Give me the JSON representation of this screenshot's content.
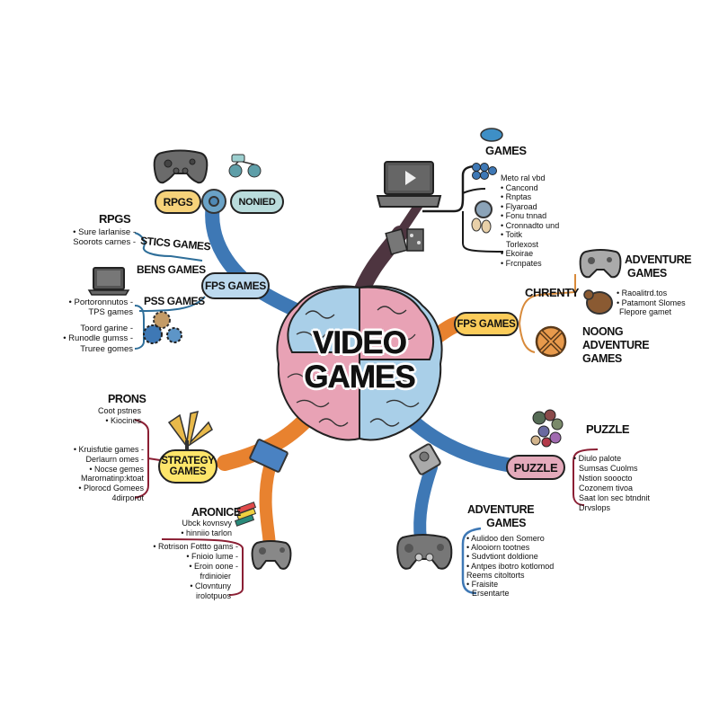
{
  "title": {
    "line1": "VIDEO",
    "line2": "GAMES"
  },
  "colors": {
    "branch_blue": "#3e78b5",
    "branch_orange": "#e8822f",
    "branch_maroon": "#4e3540",
    "pill_yellow": "#f6d27a",
    "pill_teal": "#b9dcdc",
    "pill_blue": "#bcd9ee",
    "pill_fps_yellow": "#fbcc5a",
    "pill_strategy_yellow": "#fde56a",
    "pill_puzzle_pink": "#e4aabb",
    "bracket_maroon": "#8b1f34",
    "bracket_orange": "#d88a3a",
    "brain_blue": "#a9cfe8",
    "brain_pink": "#e8a2b5"
  },
  "top_left": {
    "pill_rpgs": "RPGS",
    "pill_nonied": "NONIED",
    "pill_fps_games": "FPS GAMES",
    "heading_rpgs": "RPGS",
    "rpgs_items": [
      "• Sure larlanise -",
      "Soorots carnes -"
    ],
    "label_stics": "STICS GAMES",
    "label_bens": "BENS GAMES",
    "label_pss": "PSS GAMES",
    "pss_items": [
      "• Portoronnutos -",
      "TPS games"
    ],
    "gear_items": [
      "Toord garine -",
      "• Runodle gumss -",
      "Truree gomes"
    ]
  },
  "top_right": {
    "heading_games": "GAMES",
    "items": [
      "Meto ral vbd",
      "• Cancond",
      "• Rnptas",
      "• Flyaroad",
      "• Fonu tnnad",
      "• Cronnadto und",
      "• Toitk",
      "Torlexost",
      "• Ekoirae",
      "• Frcnpates"
    ]
  },
  "right": {
    "pill_fps_games": "FPS GAMES",
    "label_chrenty": "CHRENTY",
    "heading_adventure": [
      "ADVENTURE",
      "GAMES"
    ],
    "items": [
      "• Raoalitrd.tos",
      "• Patamont Slomes",
      "Flepore gamet"
    ],
    "heading_noong": [
      "NOONG",
      "ADVENTURE",
      "GAMES"
    ]
  },
  "bottom_right_puzzle": {
    "pill_puzzle": "PUZZLE",
    "heading_puzzle": "PUZZLE",
    "items": [
      "• Diulo palote",
      "Sumsas Cuolms",
      "Nstion sooocto",
      "Cozonem tivoa",
      "Saat lon sec btndnit",
      "Drvslops"
    ]
  },
  "bottom_right_adventure": {
    "heading": [
      "ADVENTURE",
      "GAMES"
    ],
    "items": [
      "• Aulidoo den Somero",
      "• Alooiorn tootnes",
      "• Sudvtiont doldione",
      "• Antpes ibotro kotlomod",
      "Reems citoltorts",
      "• Fraisite",
      "Ersentarte"
    ]
  },
  "left_strategy": {
    "pill_strategy": [
      "STRATEGY",
      "GAMES"
    ],
    "heading_prons": "PRONS",
    "prons_items": [
      "Coot pstnes",
      "• Kiocines"
    ],
    "items": [
      "• Kruisfutie games -",
      "Derlaurn omes -",
      "• Nocse gemes",
      "Marornatinp:ktoat",
      "• Plorocd Gomees",
      "4dirporot"
    ]
  },
  "bottom_left": {
    "heading_aronice": "ARONICE",
    "aronice_items": [
      "Ubck kovnsvy",
      "• hinniio tarlon"
    ],
    "items": [
      "• Rotrison Fottto gams -",
      "• Fnioio lume -",
      "• Eroin oone -",
      "frdinioier",
      "• Clovntuny",
      "irolotpuos"
    ]
  }
}
